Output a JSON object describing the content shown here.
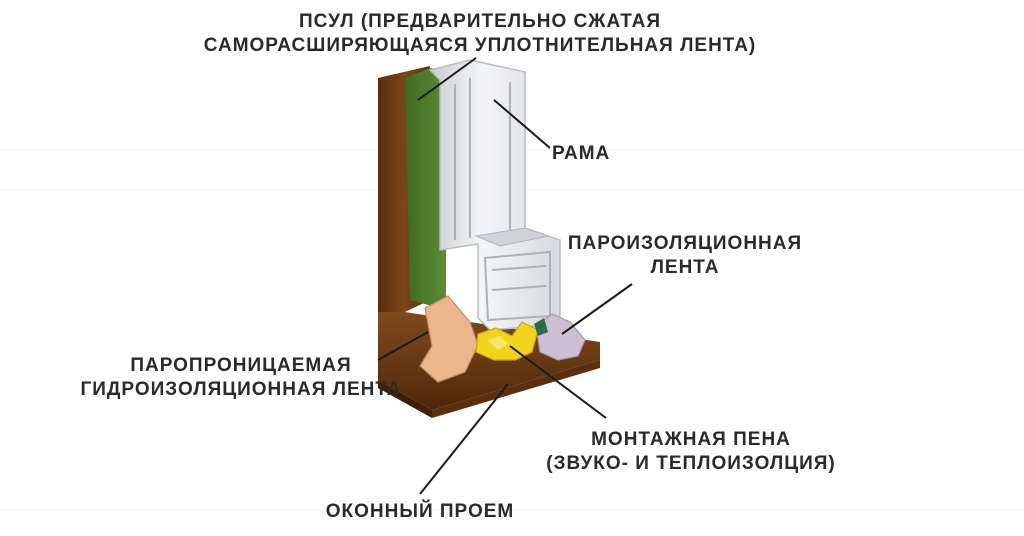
{
  "labels": {
    "psul": {
      "line1": "ПСУЛ (ПРЕДВАРИТЕЛЬНО СЖАТАЯ",
      "line2": "САМОРАСШИРЯЮЩАЯСЯ УПЛОТНИТЕЛЬНАЯ ЛЕНТА)"
    },
    "frame": "РАМА",
    "vapor_barrier": {
      "line1": "ПАРОИЗОЛЯЦИОННАЯ",
      "line2": "ЛЕНТА"
    },
    "waterproofing": {
      "line1": "ПАРОПРОНИЦАЕМАЯ",
      "line2": "ГИДРОИЗОЛЯЦИОННАЯ ЛЕНТА"
    },
    "foam": {
      "line1": "МОНТАЖНАЯ ПЕНА",
      "line2": "(ЗВУКО- И ТЕПЛОИЗОЛЦИЯ)"
    },
    "opening": "ОКОННЫЙ ПРОЕМ"
  },
  "colors": {
    "wall": "#6e3c16",
    "wall_dark": "#4a2509",
    "sealing_tape": "#4e7a2c",
    "pvc_frame": "#e9ebee",
    "foam": "#f2d21a",
    "waterproof_tape": "#e9b48c",
    "vapor_tape": "#c7b9cf",
    "leader_line": "#1a1a1a"
  }
}
